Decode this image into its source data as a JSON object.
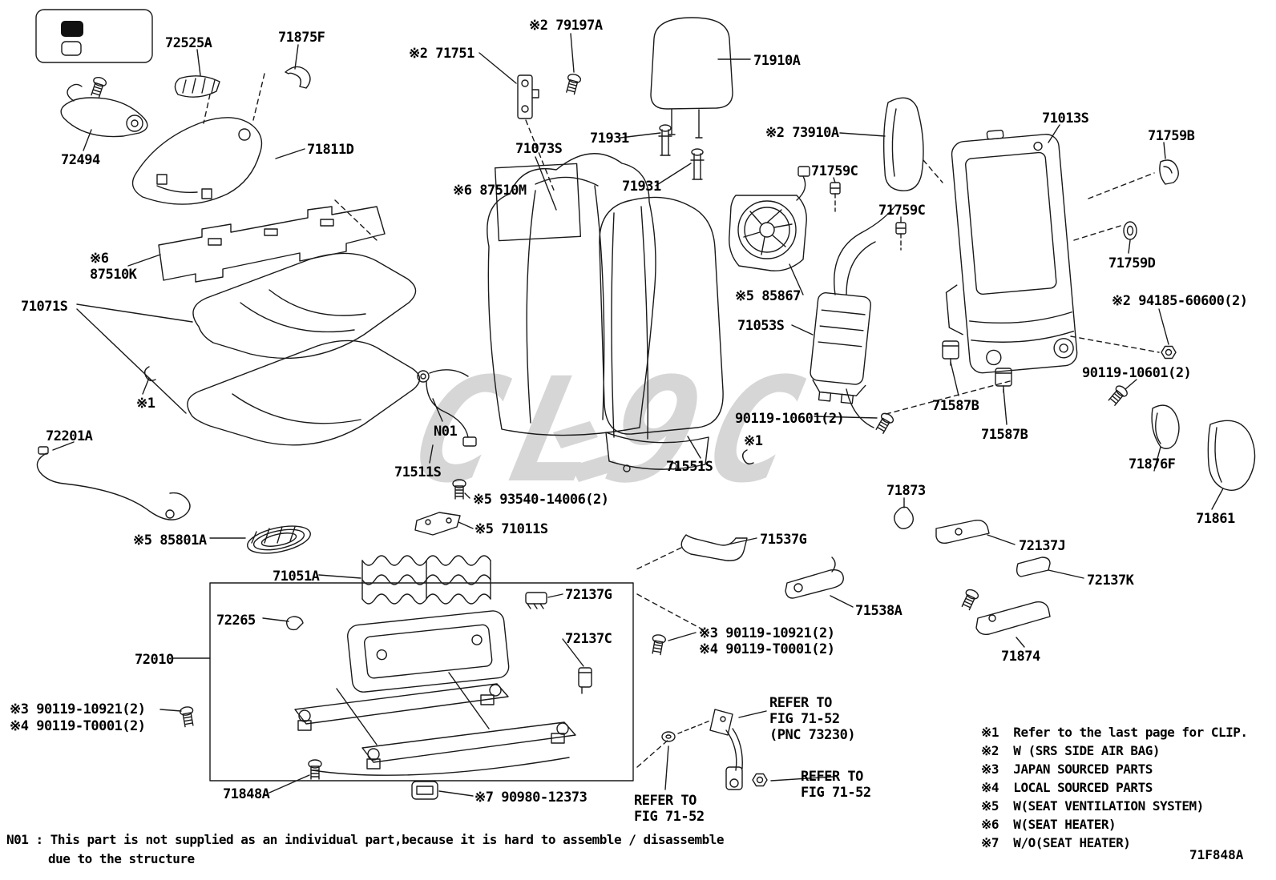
{
  "watermark": "CL9C",
  "part_labels": [
    "72525A",
    "71875F",
    "※2 79197A",
    "※2 71751",
    "71910A",
    "72494",
    "71811D",
    "71073S",
    "71931",
    "※2 73910A",
    "71013S",
    "71759B",
    "71931",
    "※6 87510M",
    "71759C",
    "71759C",
    "71759D",
    "※6\n87510K",
    "71071S",
    "※2 94185-60600(2)",
    "※5 85867",
    "71053S",
    "90119-10601(2)",
    "71587B",
    "71587B",
    "※1",
    "72201A",
    "N01",
    "90119-10601(2)",
    "※1",
    "71511S",
    "71551S",
    "71876F",
    "71873",
    "71861",
    "※5 93540-14006(2)",
    "※5 71011S",
    "※5 85801A",
    "71537G",
    "72137J",
    "71051A",
    "72137K",
    "71538A",
    "72137G",
    "72265",
    "72137C",
    "※3 90119-10921(2)",
    "※4 90119-T0001(2)",
    "72010",
    "※3 90119-10921(2)",
    "※4 90119-T0001(2)",
    "REFER TO\nFIG 71-52\n(PNC 73230)",
    "71874",
    "71848A",
    "※7 90980-12373",
    "REFER TO\nFIG 71-52",
    "REFER TO\nFIG 71-52"
  ],
  "legend": [
    "※1  Refer to the last page for CLIP.",
    "※2  W (SRS SIDE AIR BAG)",
    "※3  JAPAN SOURCED PARTS",
    "※4  LOCAL SOURCED PARTS",
    "※5  W(SEAT VENTILATION SYSTEM)",
    "※6  W(SEAT HEATER)",
    "※7  W/O(SEAT HEATER)"
  ],
  "notes": [
    "N01 : This part is not supplied as an individual part,because it is hard to assemble / disassemble",
    "due to the structure"
  ],
  "drawing_code": "71F848A"
}
